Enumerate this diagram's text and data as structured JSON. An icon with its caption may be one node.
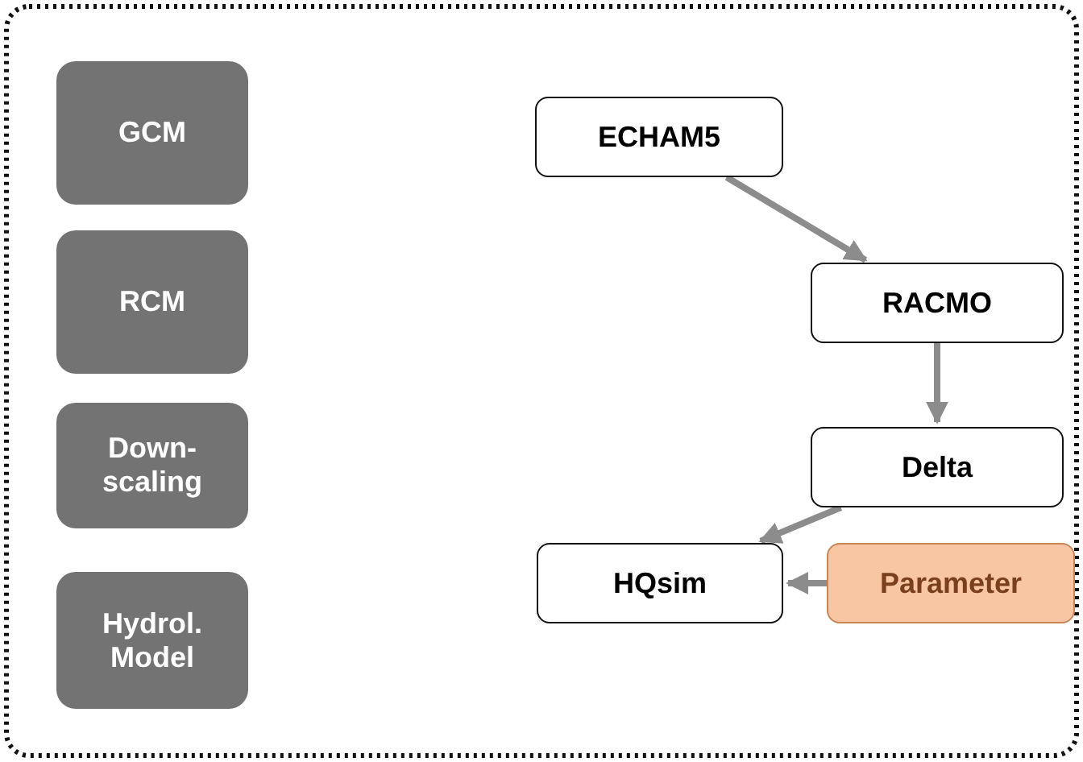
{
  "diagram": {
    "nodes": [
      {
        "text": [
          "GCM"
        ]
      },
      {
        "text": [
          "RCM"
        ]
      },
      {
        "text": [
          "Down- scaling"
        ]
      },
      {
        "text": [
          "Hydrol. Model"
        ]
      },
      {
        "text": [
          "ECHAM5"
        ]
      },
      {
        "text": [
          "RACMO"
        ]
      },
      {
        "text": [
          "Delta"
        ]
      },
      {
        "text": [
          "HQsim"
        ]
      },
      {
        "text": [
          "Parameter"
        ]
      }
    ],
    "edges": [
      {
        "from": 4,
        "to": 5,
        "arrow": "to"
      },
      {
        "from": 5,
        "to": 6,
        "arrow": "to"
      },
      {
        "from": 6,
        "to": 7,
        "arrow": "to"
      },
      {
        "from": 8,
        "to": 7,
        "arrow": "to"
      }
    ]
  }
}
